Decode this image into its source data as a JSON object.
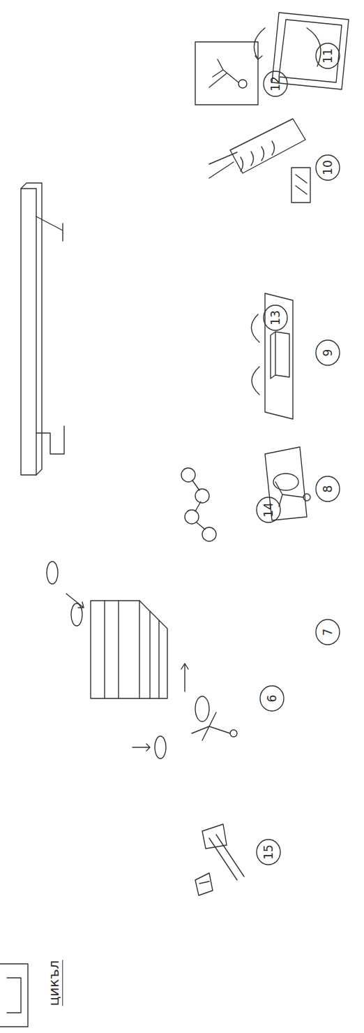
{
  "diagram": {
    "nodes": [
      {
        "text": [
          "6"
        ]
      },
      {
        "text": [
          "7"
        ]
      },
      {
        "text": [
          "8"
        ]
      },
      {
        "text": [
          "9"
        ]
      },
      {
        "text": [
          "10"
        ]
      },
      {
        "text": [
          "11"
        ]
      },
      {
        "text": [
          "12"
        ]
      },
      {
        "text": [
          "13"
        ]
      },
      {
        "text": [
          "14"
        ]
      },
      {
        "text": [
          "15"
        ]
      }
    ],
    "labels": [
      "цикъл"
    ]
  }
}
